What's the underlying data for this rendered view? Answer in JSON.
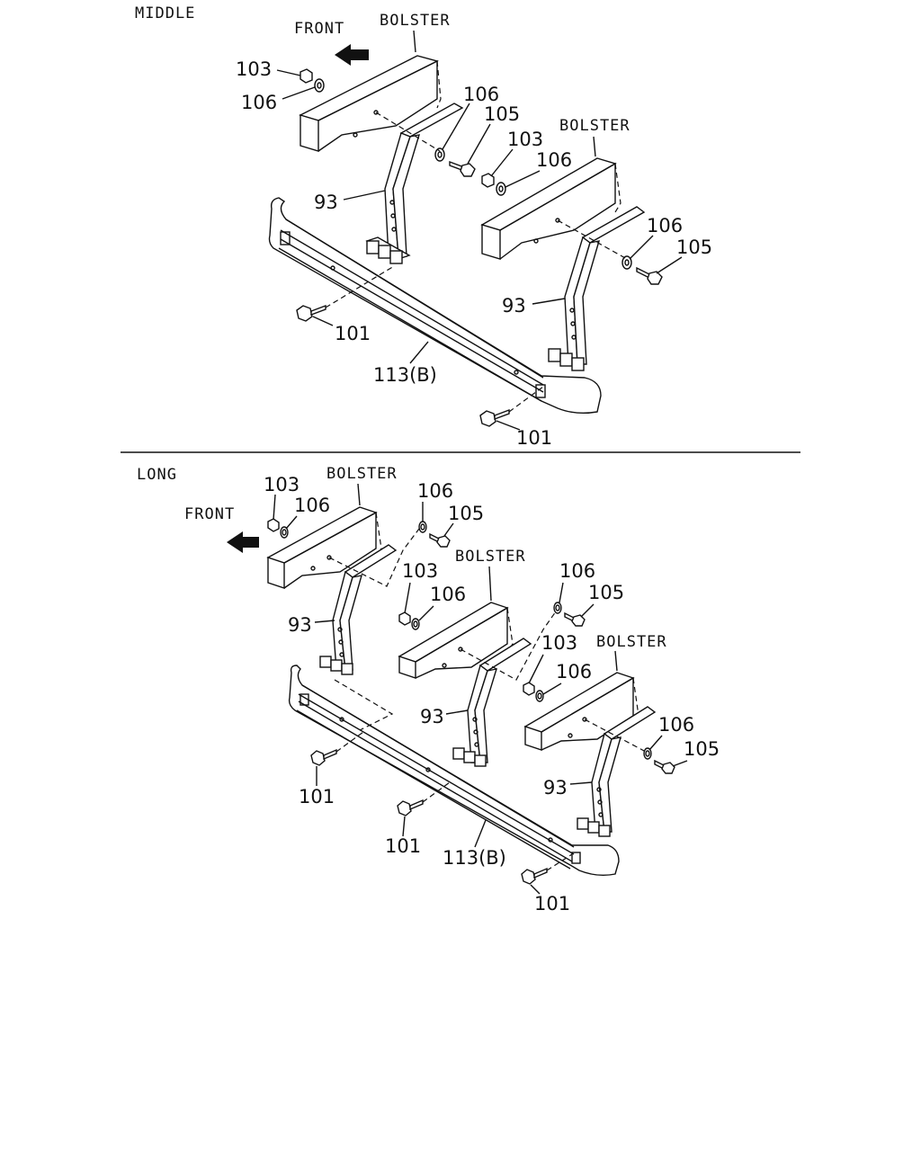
{
  "middle": {
    "section_label": "MIDDLE",
    "front_label": "FRONT",
    "bolster_labels": [
      "BOLSTER",
      "BOLSTER"
    ],
    "callouts": {
      "c103a": "103",
      "c106a": "106",
      "c106b": "106",
      "c105b": "105",
      "c103c": "103",
      "c106c": "106",
      "c106d": "106",
      "c105d": "105",
      "c93a": "93",
      "c93b": "93",
      "c101a": "101",
      "c113": "113(B)",
      "c101b": "101"
    }
  },
  "long": {
    "section_label": "LONG",
    "front_label": "FRONT",
    "bolster_labels": [
      "BOLSTER",
      "BOLSTER",
      "BOLSTER"
    ],
    "callouts": {
      "c103a": "103",
      "c106a": "106",
      "c106b": "106",
      "c105b": "105",
      "c103c": "103",
      "c106c": "106",
      "c106d": "106",
      "c105d": "105",
      "c103e": "103",
      "c106e": "106",
      "c106f": "106",
      "c105f": "105",
      "c93a": "93",
      "c93b": "93",
      "c93c": "93",
      "c101a": "101",
      "c101b": "101",
      "c113": "113(B)",
      "c101c": "101"
    }
  }
}
